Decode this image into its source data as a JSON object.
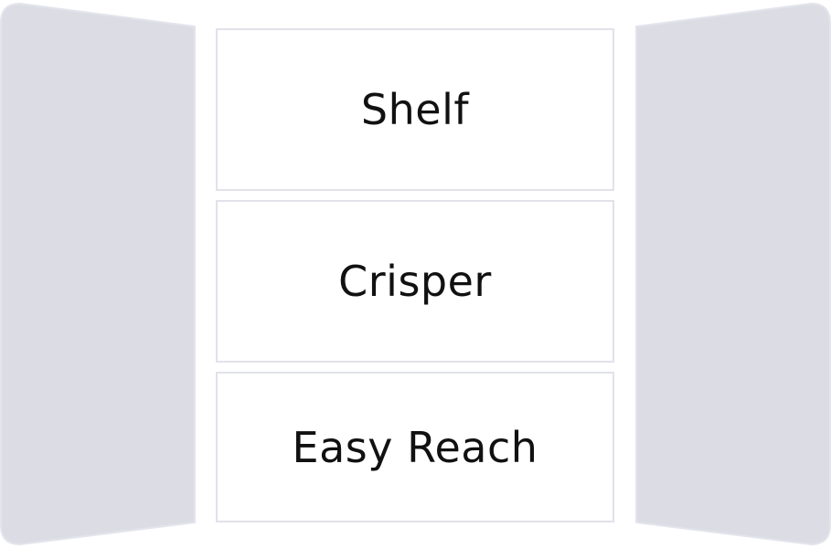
{
  "fridge": {
    "colors": {
      "door_fill": "#dcdde4",
      "door_stroke": "#e3e4ec",
      "panel_border": "#e1e2ea",
      "label_text": "#111111"
    },
    "compartments": [
      {
        "label": "Shelf"
      },
      {
        "label": "Crisper"
      },
      {
        "label": "Easy Reach"
      }
    ]
  }
}
